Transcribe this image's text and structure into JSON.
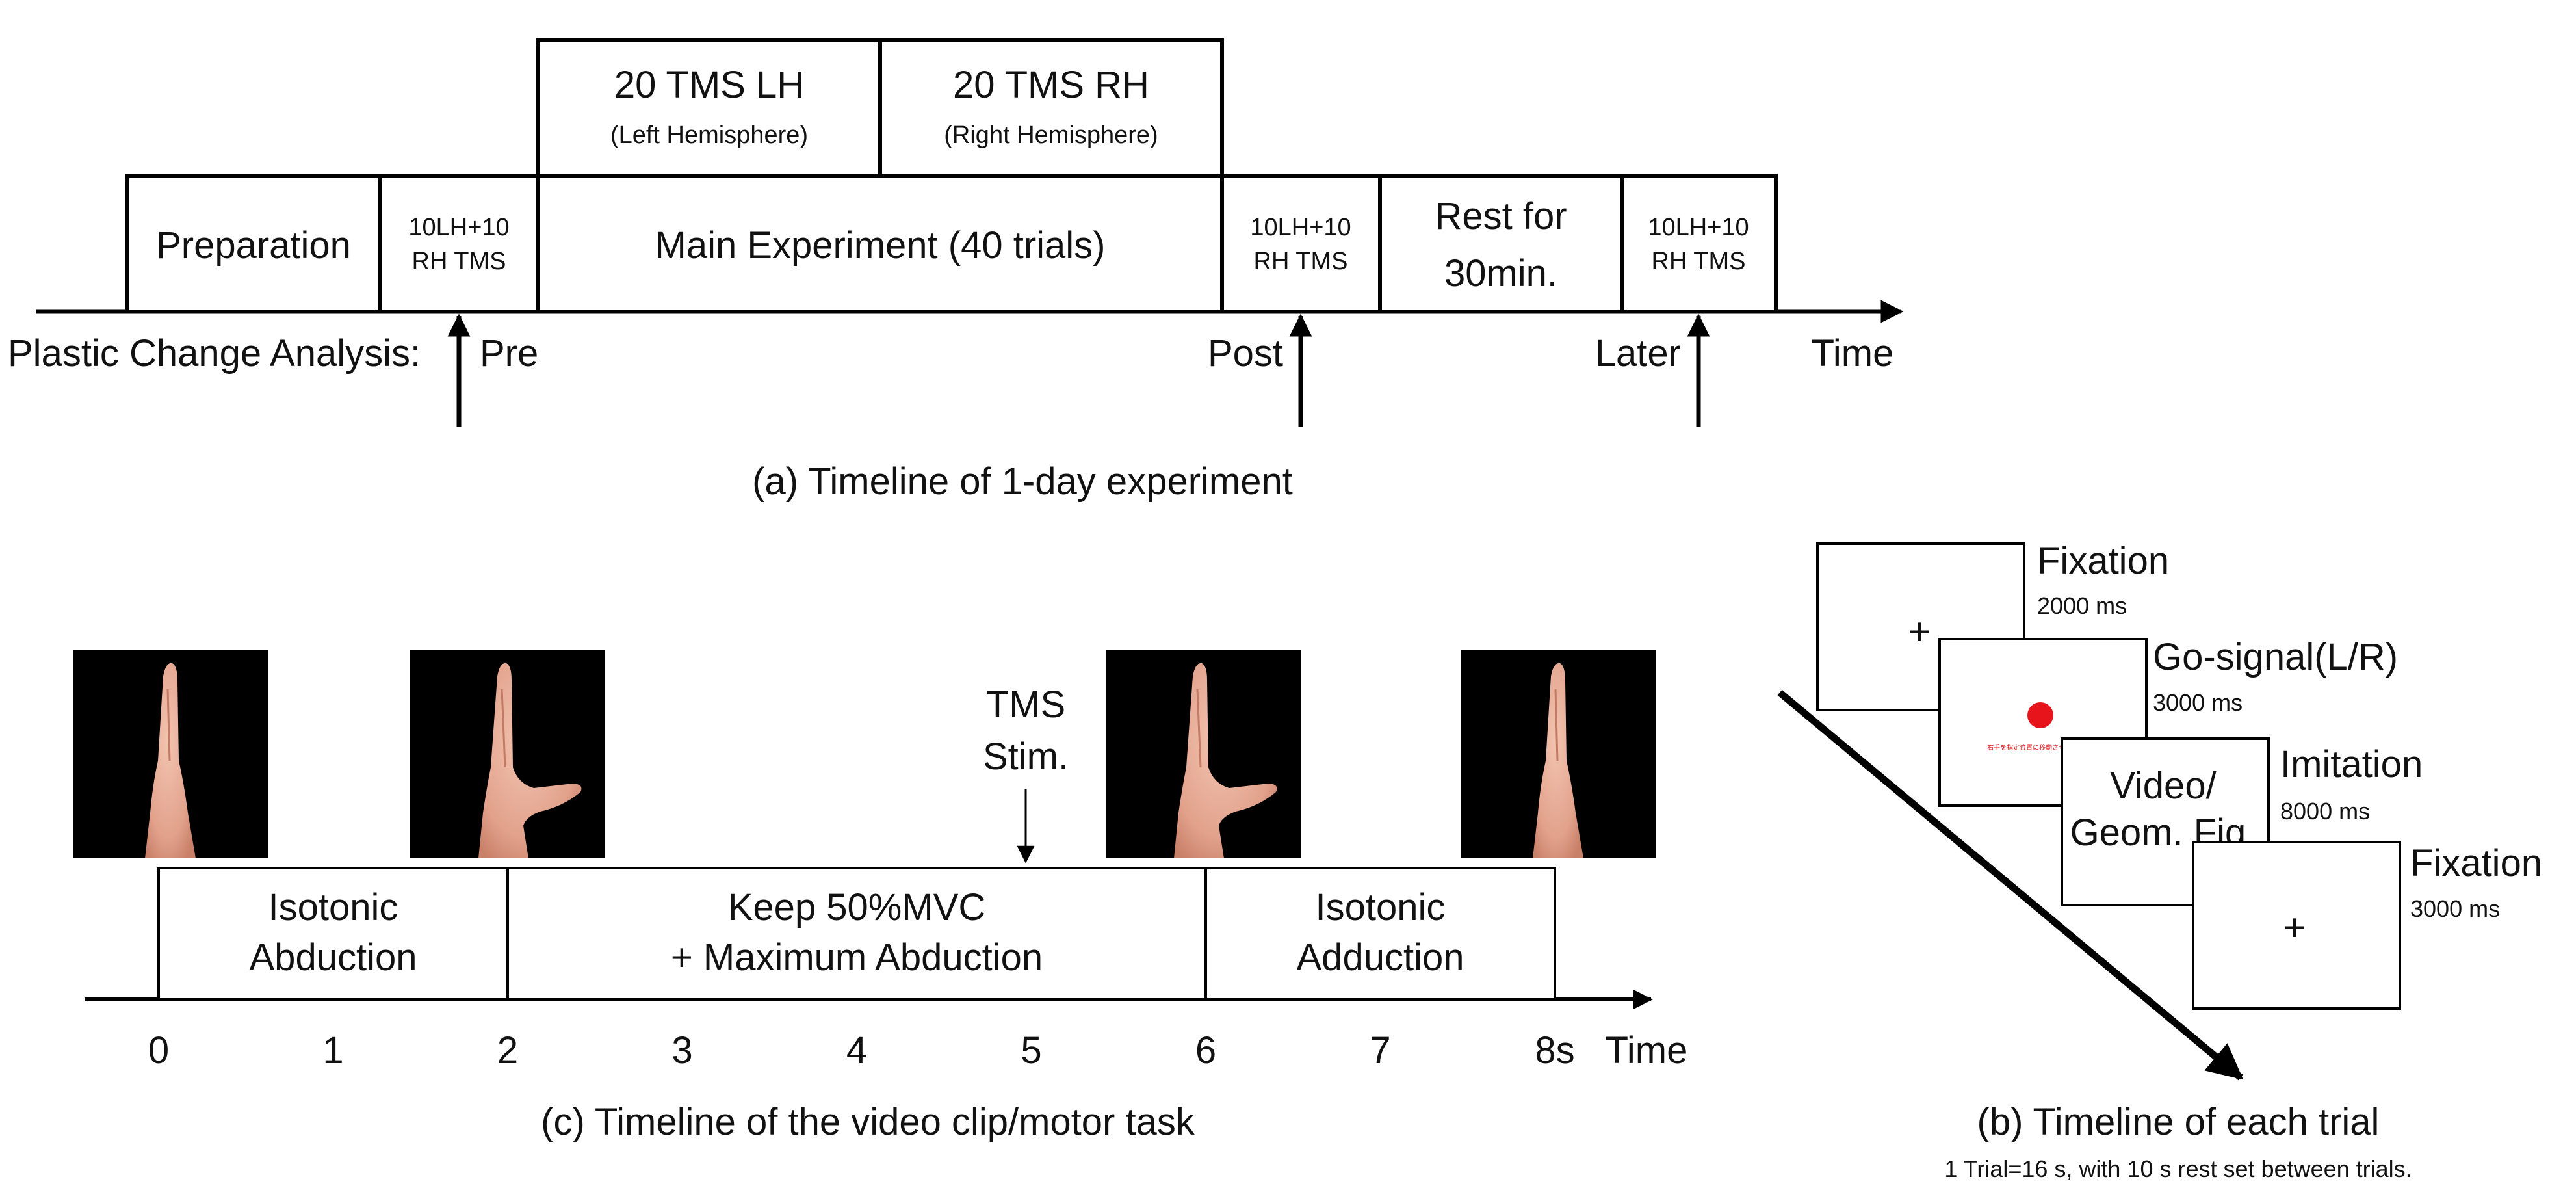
{
  "panel_a": {
    "boxes": {
      "prep": "Preparation",
      "tms_pre_1": "10LH+10",
      "tms_pre_2": "RH TMS",
      "main": "Main Experiment (40 trials)",
      "lh_1": "20 TMS LH",
      "lh_2": "(Left Hemisphere)",
      "rh_1": "20 TMS RH",
      "rh_2": "(Right Hemisphere)",
      "tms_post_1": "10LH+10",
      "tms_post_2": "RH TMS",
      "rest_1": "Rest for",
      "rest_2": "30min.",
      "tms_later_1": "10LH+10",
      "tms_later_2": "RH TMS"
    },
    "row_label": "Plastic Change Analysis:",
    "markers": {
      "pre": "Pre",
      "post": "Post",
      "later": "Later"
    },
    "time_label": "Time",
    "caption": "(a) Timeline of 1-day experiment"
  },
  "panel_b": {
    "screens": [
      {
        "label": "Fixation",
        "duration": "2000 ms",
        "content": "+"
      },
      {
        "label": "Go-signal(L/R)",
        "duration": "3000 ms",
        "content": "右手を指定位置に移動させてください"
      },
      {
        "label": "Imitation",
        "duration": "8000 ms",
        "content_1": "Video/",
        "content_2": "Geom. Fig."
      },
      {
        "label": "Fixation",
        "duration": "3000 ms",
        "content": "+"
      }
    ],
    "signal_color": "#e8141b",
    "caption": "(b) Timeline of each trial",
    "note": "1 Trial=16 s, with 10 s rest set between trials."
  },
  "panel_c": {
    "segments": [
      {
        "line1": "Isotonic",
        "line2": "Abduction"
      },
      {
        "line1": "Keep 50%MVC",
        "line2": "+ Maximum Abduction"
      },
      {
        "line1": "Isotonic",
        "line2": "Adduction"
      }
    ],
    "tms_label_1": "TMS",
    "tms_label_2": "Stim.",
    "ticks": [
      "0",
      "1",
      "2",
      "3",
      "4",
      "5",
      "6",
      "7",
      "8s"
    ],
    "time_label": "Time",
    "caption": "(c) Timeline of the video clip/motor task",
    "hand_images": [
      "hand-neutral",
      "hand-abducted",
      "hand-abducted",
      "hand-neutral"
    ]
  }
}
